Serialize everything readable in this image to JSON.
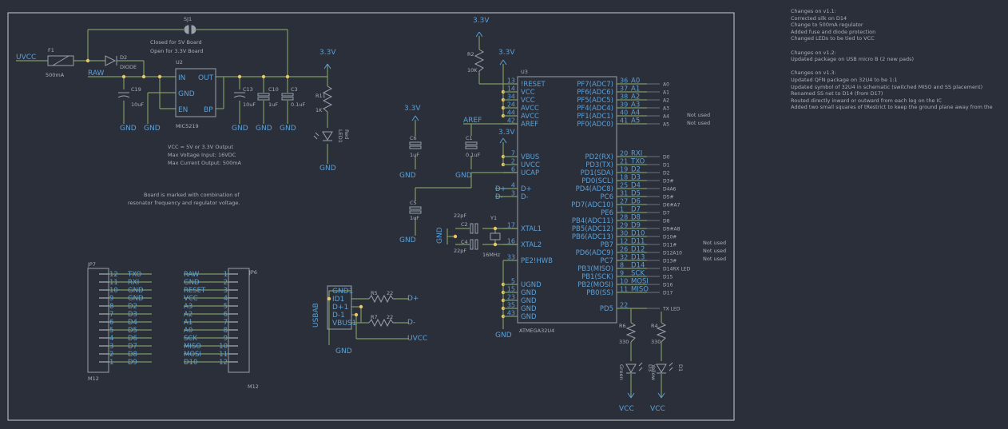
{
  "nets": {
    "uvcc": "UVCC",
    "raw": "RAW",
    "v33": "3.3V",
    "gnd": "GND",
    "aref": "AREF",
    "vcc": "VCC",
    "dplus": "D+",
    "dminus": "D-"
  },
  "parts": {
    "f1": {
      "ref": "F1",
      "value": "500mA"
    },
    "d2": {
      "ref": "D2",
      "value": "DIODE"
    },
    "sj1": {
      "ref": "SJ1",
      "note1": "Closed for 5V Board",
      "note2": "Open for 3.3V Board"
    },
    "u2": {
      "ref": "U2",
      "value": "MIC5219",
      "pins": [
        "IN",
        "OUT",
        "GND",
        "EN",
        "BP"
      ]
    },
    "c19": {
      "ref": "C19",
      "value": "10uF"
    },
    "c13": {
      "ref": "C13",
      "value": "10uF"
    },
    "c10": {
      "ref": "C10",
      "value": "1uF"
    },
    "c3": {
      "ref": "C3",
      "value": "0.1uF"
    },
    "r11": {
      "ref": "R11",
      "value": "1K"
    },
    "led1": {
      "ref": "LED1",
      "value": "Red"
    },
    "r2": {
      "ref": "R2",
      "value": "10K"
    },
    "c6": {
      "ref": "C6",
      "value": "1uF"
    },
    "c1": {
      "ref": "C1",
      "value": "0.1uF"
    },
    "c5": {
      "ref": "C5",
      "value": "1uF"
    },
    "c2": {
      "ref": "C2",
      "value": "22pF"
    },
    "c4": {
      "ref": "C4",
      "value": "22pF"
    },
    "y1": {
      "ref": "Y1",
      "value": "16MHz"
    },
    "u3": {
      "ref": "U3",
      "value": "ATMEGA32U4"
    },
    "r5": {
      "ref": "R5",
      "value": "22"
    },
    "r7": {
      "ref": "R7",
      "value": "22"
    },
    "r6": {
      "ref": "R6",
      "value": "330"
    },
    "r4": {
      "ref": "R4",
      "value": "330"
    },
    "d3": {
      "ref": "D3",
      "value": "Green"
    },
    "d1": {
      "ref": "D1",
      "value": "Yellow"
    },
    "jp7": {
      "ref": "JP7",
      "value": "M12"
    },
    "jp6": {
      "ref": "JP6",
      "value": "M12"
    },
    "usb": {
      "ref": "USBAB",
      "pins": [
        "GND1",
        "ID1",
        "D+1",
        "D-1",
        "VBUS1"
      ]
    }
  },
  "reg_notes": [
    "VCC = 5V or 3.3V Output",
    "Max Voltage Input: 16VDC",
    "Max Current Output: 500mA"
  ],
  "board_note": [
    "Board is marked with combination of",
    "resonator frequency and regulator voltage."
  ],
  "u3_left": [
    {
      "n": "13",
      "name": "!RESET"
    },
    {
      "n": "14",
      "name": "VCC"
    },
    {
      "n": "34",
      "name": "VCC"
    },
    {
      "n": "24",
      "name": "AVCC"
    },
    {
      "n": "44",
      "name": "AVCC"
    },
    {
      "n": "42",
      "name": "AREF"
    },
    {
      "n": "7",
      "name": "VBUS"
    },
    {
      "n": "2",
      "name": "UVCC"
    },
    {
      "n": "6",
      "name": "UCAP"
    },
    {
      "n": "4",
      "name": "D+"
    },
    {
      "n": "3",
      "name": "D-"
    },
    {
      "n": "17",
      "name": "XTAL1"
    },
    {
      "n": "16",
      "name": "XTAL2"
    },
    {
      "n": "33",
      "name": "PE2!HWB"
    },
    {
      "n": "5",
      "name": "UGND"
    },
    {
      "n": "15",
      "name": "GND"
    },
    {
      "n": "23",
      "name": "GND"
    },
    {
      "n": "35",
      "name": "GND"
    },
    {
      "n": "43",
      "name": "GND"
    }
  ],
  "u3_right": [
    {
      "name": "PF7(ADC7)",
      "n": "36",
      "net": "A0",
      "lbl": "A0"
    },
    {
      "name": "PF6(ADC6)",
      "n": "37",
      "net": "A1",
      "lbl": "A1"
    },
    {
      "name": "PF5(ADC5)",
      "n": "38",
      "net": "A2",
      "lbl": "A2"
    },
    {
      "name": "PF4(ADC4)",
      "n": "39",
      "net": "A3",
      "lbl": "A3"
    },
    {
      "name": "PF1(ADC1)",
      "n": "40",
      "net": "A4",
      "lbl": "A4"
    },
    {
      "name": "PF0(ADC0)",
      "n": "41",
      "net": "A5",
      "lbl": "A5"
    },
    {
      "name": "PD2(RX)",
      "n": "20",
      "net": "RXI",
      "lbl": "D0"
    },
    {
      "name": "PD3(TX)",
      "n": "21",
      "net": "TXO",
      "lbl": "D1"
    },
    {
      "name": "PD1(SDA)",
      "n": "19",
      "net": "D2",
      "lbl": "D2"
    },
    {
      "name": "PD0(SCL)",
      "n": "18",
      "net": "D3",
      "lbl": "D3#"
    },
    {
      "name": "PD4(ADC8)",
      "n": "25",
      "net": "D4",
      "lbl": "D4A6"
    },
    {
      "name": "PC6",
      "n": "31",
      "net": "D5",
      "lbl": "D5#"
    },
    {
      "name": "PD7(ADC10)",
      "n": "27",
      "net": "D6",
      "lbl": "D6#A7"
    },
    {
      "name": "PE6",
      "n": "1",
      "net": "D7",
      "lbl": "D7"
    },
    {
      "name": "PB4(ADC11)",
      "n": "28",
      "net": "D8",
      "lbl": "D8"
    },
    {
      "name": "PB5(ADC12)",
      "n": "29",
      "net": "D9",
      "lbl": "D9#A8"
    },
    {
      "name": "PB6(ADC13)",
      "n": "30",
      "net": "D10",
      "lbl": "D10#"
    },
    {
      "name": "PB7",
      "n": "12",
      "net": "D11",
      "lbl": "D11#"
    },
    {
      "name": "PD6(ADC9)",
      "n": "26",
      "net": "D12",
      "lbl": "D12A10"
    },
    {
      "name": "PC7",
      "n": "32",
      "net": "D13",
      "lbl": "D13#"
    },
    {
      "name": "PB3(MISO)",
      "n": "8",
      "net": "D14",
      "lbl": "D14RX LED"
    },
    {
      "name": "PB1(SCK)",
      "n": "9",
      "net": "SCK",
      "lbl": "D15"
    },
    {
      "name": "PB2(MOSI)",
      "n": "10",
      "net": "MOSI",
      "lbl": "D16"
    },
    {
      "name": "PB0(SS)",
      "n": "11",
      "net": "MISO",
      "lbl": "D17"
    },
    {
      "name": "PD5",
      "n": "22",
      "net": "",
      "lbl": "TX LED"
    }
  ],
  "not_used": [
    "Not used",
    "Not used",
    "Not used",
    "Not used",
    "Not used"
  ],
  "jp7_pins": [
    {
      "n": "12",
      "net": "TXO"
    },
    {
      "n": "11",
      "net": "RXI"
    },
    {
      "n": "10",
      "net": "GND"
    },
    {
      "n": "9",
      "net": "GND"
    },
    {
      "n": "8",
      "net": "D2"
    },
    {
      "n": "7",
      "net": "D3"
    },
    {
      "n": "6",
      "net": "D4"
    },
    {
      "n": "5",
      "net": "D5"
    },
    {
      "n": "4",
      "net": "D6"
    },
    {
      "n": "3",
      "net": "D7"
    },
    {
      "n": "2",
      "net": "D8"
    },
    {
      "n": "1",
      "net": "D9"
    }
  ],
  "jp6_pins": [
    {
      "n": "1",
      "net": "RAW"
    },
    {
      "n": "2",
      "net": "GND"
    },
    {
      "n": "3",
      "net": "RESET"
    },
    {
      "n": "4",
      "net": "VCC"
    },
    {
      "n": "5",
      "net": "A3"
    },
    {
      "n": "6",
      "net": "A2"
    },
    {
      "n": "7",
      "net": "A1"
    },
    {
      "n": "8",
      "net": "A0"
    },
    {
      "n": "9",
      "net": "SCK"
    },
    {
      "n": "10",
      "net": "MISO"
    },
    {
      "n": "11",
      "net": "MOSI"
    },
    {
      "n": "12",
      "net": "D10"
    }
  ],
  "changes": [
    {
      "title": "Changes on v1.1:",
      "items": [
        "Corrected silk on D14",
        "Change to 500mA regulator",
        "Added fuse and diode protection",
        "Changed LEDs to be tied to VCC"
      ]
    },
    {
      "title": "Changes on v1.2:",
      "items": [
        "Updated package on USB micro B (2 new pads)"
      ]
    },
    {
      "title": "Changes on v1.3:",
      "items": [
        "Updated QFN package on 32U4 to be 1:1",
        "Updated symbol of 32U4 in schematic (switched MISO and SS placement)",
        "Renamed SS net to D14 (from D17)",
        "Routed directly inward or outward from each leg on the IC",
        "Added two small squares of tRestrict to keep the ground plane away from the"
      ]
    }
  ],
  "colors": {
    "wire": "#7f9a63",
    "net": "#5aa0d8",
    "body": "#9aa1ab",
    "frame": "#c8ccd3",
    "text": "#a9aeb8",
    "junction": "#e8c764"
  }
}
